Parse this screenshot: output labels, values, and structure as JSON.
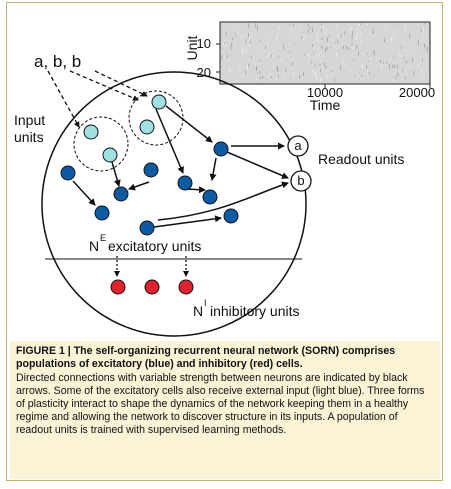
{
  "raster": {
    "ylabel": "Unit",
    "xlabel": "Time",
    "yticks": [
      "10",
      "20"
    ],
    "xticks": [
      "10000",
      "20000"
    ]
  },
  "labels": {
    "input_symbols": "a, b, b",
    "input_units_line1": "Input",
    "input_units_line2": "units",
    "readout_units": "Readout units",
    "readout_a": "a",
    "readout_b": "b",
    "excitatory_sup": "E",
    "excitatory_text": "excitatory units",
    "excitatory_N": "N",
    "inhibitory_N": "N",
    "inhibitory_sup": "I",
    "inhibitory_text": "inhibitory units"
  },
  "colors": {
    "excitatory": "#0b5aa6",
    "input": "#9fe0e0",
    "inhibitory": "#e0202e",
    "caption_bg": "#fbf3d6"
  },
  "caption": {
    "title": "FIGURE 1 | The self-organizing recurrent neural network (SORN) comprises populations of excitatory (blue) and inhibitory (red) cells.",
    "body": "Directed connections with variable strength between neurons are indicated by black arrows. Some of the excitatory cells also receive external input (light blue). Three forms of plasticity interact to shape the dynamics of the network keeping them in a healthy regime and allowing the network to discover structure in its inputs. A population of readout units is trained with supervised learning methods."
  }
}
